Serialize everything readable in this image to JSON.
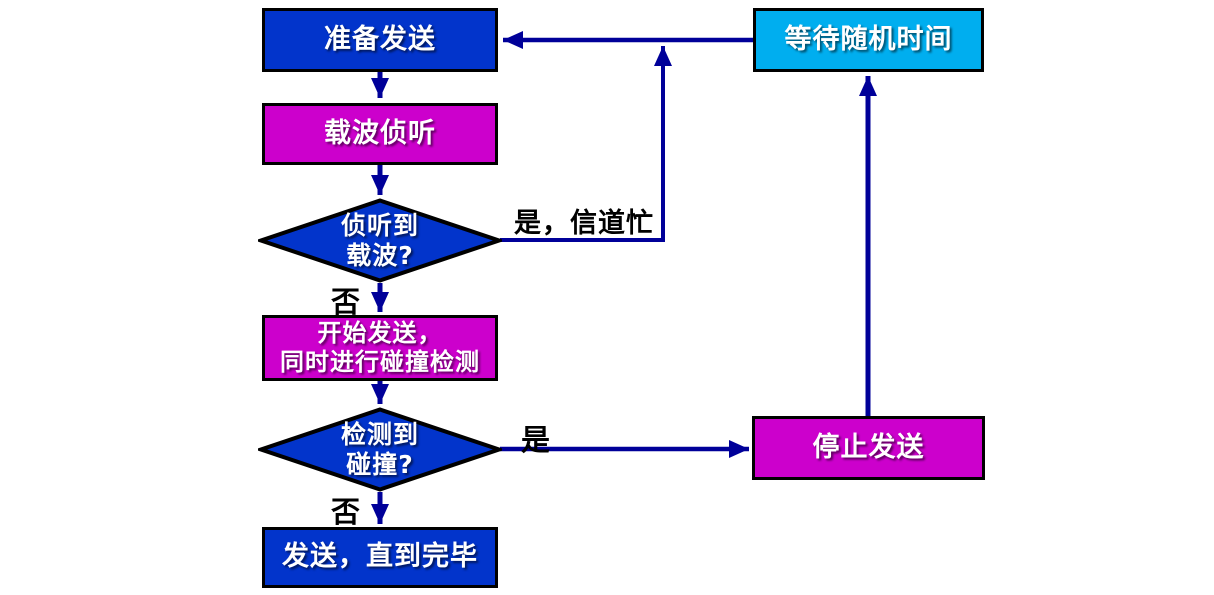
{
  "diagram": {
    "name": "csma-cd-flowchart",
    "colors": {
      "process_blue": "#0234cb",
      "process_magenta": "#cc00cc",
      "process_cyan": "#00aeef",
      "connector_navy": "#000099",
      "border": "#000000",
      "node_text": "#ffffff",
      "label_text": "#000000"
    },
    "nodes": {
      "prepare_send": {
        "label": "准备发送"
      },
      "carrier_sense": {
        "label": "载波侦听"
      },
      "carrier_detected": {
        "label": "侦听到\n载波?"
      },
      "start_send": {
        "label": "开始发送，\n同时进行碰撞检测"
      },
      "collision_detected": {
        "label": "检测到\n碰撞?"
      },
      "send_until_done": {
        "label": "发送，直到完毕"
      },
      "wait_random_time": {
        "label": "等待随机时间"
      },
      "stop_send": {
        "label": "停止发送"
      }
    },
    "edge_labels": {
      "yes_channel_busy": "是，信道忙",
      "no_carrier": "否",
      "yes_collision": "是",
      "no_collision": "否"
    }
  }
}
